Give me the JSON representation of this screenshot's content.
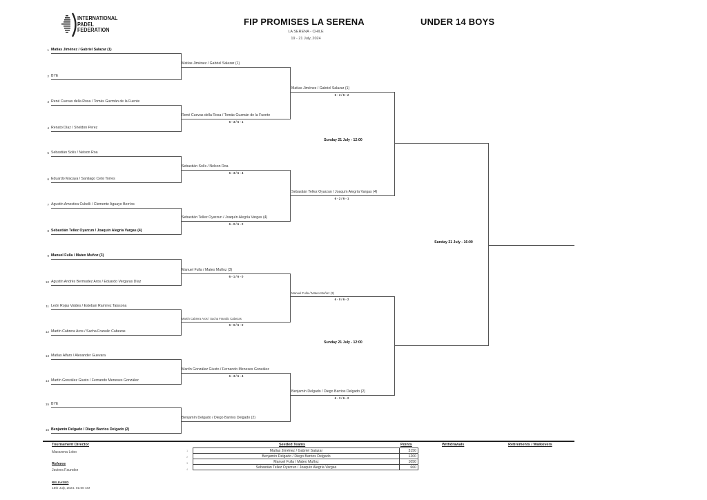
{
  "header": {
    "logo_text": [
      "INTERNATIONAL",
      "PADEL",
      "FEDERATION"
    ],
    "title": "FIP PROMISES LA SERENA",
    "category": "UNDER 14 BOYS",
    "location": "LA SERENA - CHILE",
    "dates": "19 - 21 July, 2024"
  },
  "round1": [
    {
      "seed": "1",
      "team": "Matías Jiménez / Gabriel Salazar (1)",
      "bold": true
    },
    {
      "seed": "2",
      "team": "BYE",
      "bold": false
    },
    {
      "seed": "3",
      "team": "René Cuevas della Rosa / Tomás Guzmán de la Fuente",
      "bold": false
    },
    {
      "seed": "4",
      "team": "Renato Díaz / Sheldon Perez",
      "bold": false
    },
    {
      "seed": "5",
      "team": "Sebastián Solís / Nelson Roa",
      "bold": false
    },
    {
      "seed": "6",
      "team": "Eduardo Macaya / Santiago Celsi Torres",
      "bold": false
    },
    {
      "seed": "7",
      "team": "Agustín Amestica Cubelli / Clemente Aguayo Berríos",
      "bold": false
    },
    {
      "seed": "8",
      "team": "Sebastián Tellez Oyarzun / Joaquín Alegría Vargas (4)",
      "bold": true
    },
    {
      "seed": "9",
      "team": "Manuel Fulla / Mateo Muñoz (3)",
      "bold": true
    },
    {
      "seed": "10",
      "team": "Agustín Andrés Bermudez Aros / Eduardo Vergaras Díaz",
      "bold": false
    },
    {
      "seed": "11",
      "team": "León Rojas Valdes / Esteban Ramírez Taissona",
      "bold": false
    },
    {
      "seed": "12",
      "team": "Martín Cabrera Aros / Sacha Franulic Cabezas",
      "bold": false
    },
    {
      "seed": "13",
      "team": "Matías Alfaro / Alexander Guevara",
      "bold": false
    },
    {
      "seed": "14",
      "team": "Martín González Giusto / Fernando Meneses González",
      "bold": false
    },
    {
      "seed": "15",
      "team": "BYE",
      "bold": false
    },
    {
      "seed": "16",
      "team": "Benjamín Delgado / Diego Barrios Delgado (2)",
      "bold": true
    }
  ],
  "round2": [
    {
      "team": "Matías Jiménez / Gabriel Salazar (1)",
      "score": ""
    },
    {
      "team": "René Cuevas della Rosa / Tomás Guzmán de la Fuente",
      "score": "6 - 3 / 6 - 1"
    },
    {
      "team": "Sebastián Solís / Nelson Roa",
      "score": "6 - 3 / 6 - 4"
    },
    {
      "team": "Sebastián Tellez Oyarzun / Joaquín Alegría Vargas (4)",
      "score": "6 - 0 / 6 - 2"
    },
    {
      "team": "Manuel Fulla / Mateo Muñoz (3)",
      "score": "6 - 1 / 6 - 0"
    },
    {
      "team": "Martín Cabrera Aros / Sacha Franulic Cabezas",
      "score": "6 - 0 / 6 - 0"
    },
    {
      "team": "Martín González Giusto / Fernando Meneses González",
      "score": "6 - 3 / 6 - 4"
    },
    {
      "team": "Benjamín Delgado / Diego Barrios Delgado (2)",
      "score": ""
    }
  ],
  "round3": [
    {
      "team": "Matías Jiménez / Gabriel Salazar (1)",
      "score": "6 - 3 / 6 - 2"
    },
    {
      "team": "Sebastián Tellez Oyarzun / Joaquín Alegría Vargas (4)",
      "score": "6 - 2 / 6 - 1"
    },
    {
      "team": "Manuel Fulla / Mateo Muñoz (3)",
      "score": "6 - 0 / 6 - 2"
    },
    {
      "team": "Benjamín Delgado / Diego Barrios Delgado (2)",
      "score": "6 - 3 / 6 - 2"
    }
  ],
  "schedule": {
    "semi_top": "Sunday 21 July - 12:00",
    "semi_bottom": "Sunday 21 July - 12:00",
    "final": "Sunday 21 July - 16:00"
  },
  "footer": {
    "director_label": "Tournament Director",
    "director_name": "Macarena Lobo",
    "referee_label": "Referee",
    "referee_name": "Javiera Faundez",
    "released_label": "RELEASED",
    "released_value": "15th July, 2024. 01:00 AM",
    "seeded_label": "Seeded Teams",
    "points_label": "Points",
    "withdrawals_label": "Withdrawals",
    "retirements_label": "Retirements / Walkovers",
    "seeds": [
      {
        "rank": "1",
        "team": "Matías Jiménez / Gabriel Salazar",
        "points": "3150"
      },
      {
        "rank": "2",
        "team": "Benjamín Delgado / Diego Barrios Delgado",
        "points": "1200"
      },
      {
        "rank": "3",
        "team": "Manuel Fulla / Mateo Muñoz",
        "points": "1050"
      },
      {
        "rank": "4",
        "team": "Sebastián Tellez Oyarzun / Joaquín Alegría Vargas",
        "points": "660"
      }
    ]
  }
}
